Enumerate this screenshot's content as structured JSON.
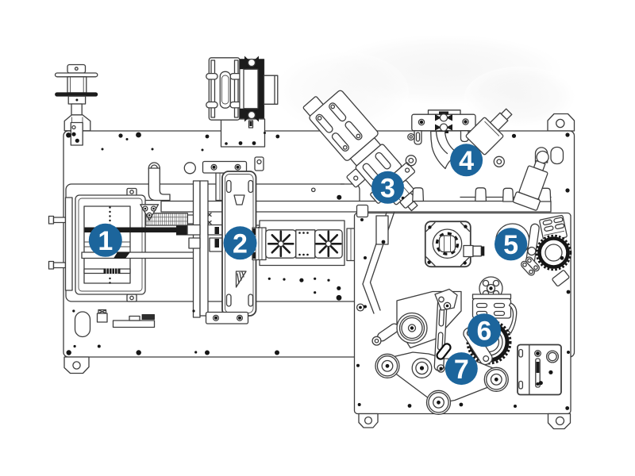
{
  "figure": {
    "type": "machine-assembly-line-drawing",
    "description": "CAD top-view line drawing of an automated assembly machine with numbered part callouts",
    "background_color": "#ffffff",
    "line_color": "#3e3e3e",
    "accent_color": "#1a659c",
    "number_color": "#ffffff"
  },
  "callouts": [
    {
      "number": "1"
    },
    {
      "number": "2"
    },
    {
      "number": "3"
    },
    {
      "number": "4"
    },
    {
      "number": "5"
    },
    {
      "number": "6"
    },
    {
      "number": "7"
    }
  ]
}
